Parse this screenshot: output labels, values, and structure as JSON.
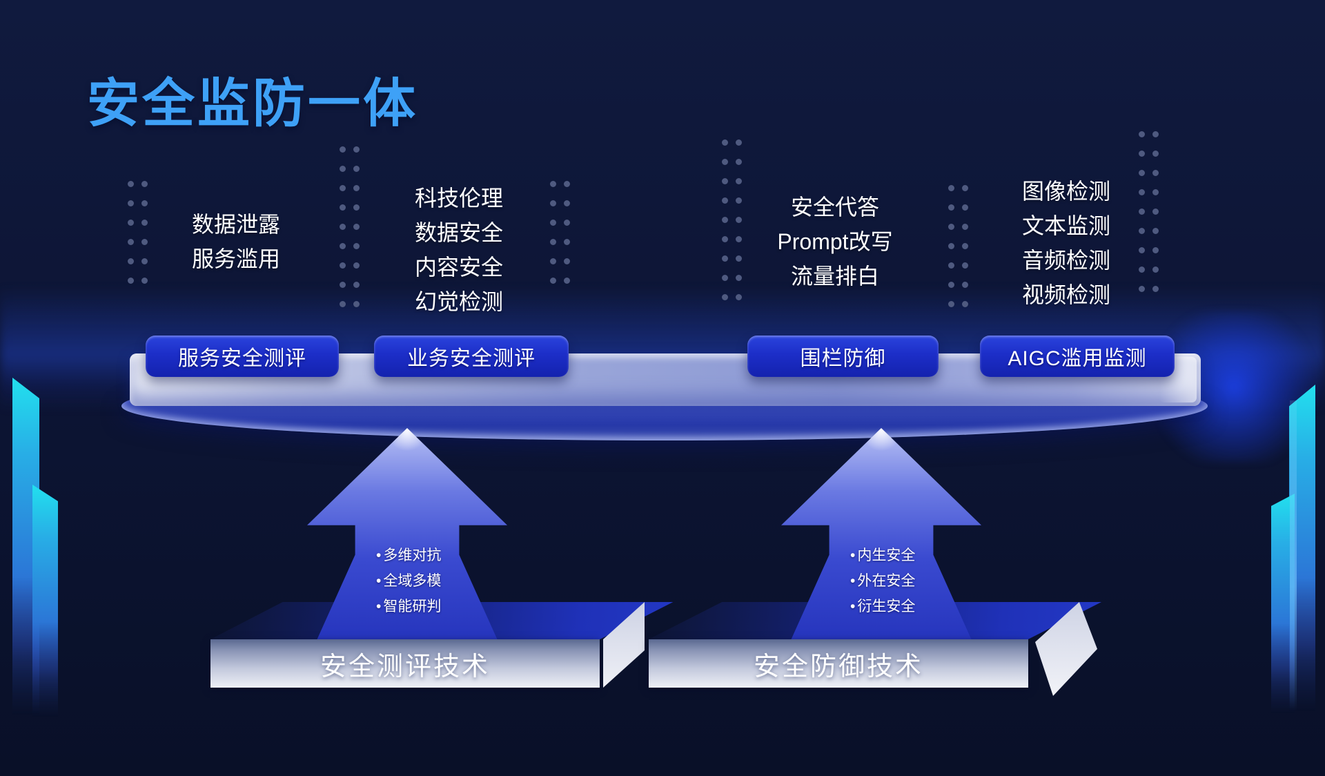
{
  "slide": {
    "title": "安全监防一体"
  },
  "colors": {
    "background": "#0D1535",
    "title_blue": "#3EA1F7",
    "button_blue": "#1C2EC8",
    "arrow_blue": "#2635BD",
    "pillar_cyan": "#22E0EE",
    "tray_lavender": "#9AA6D9",
    "platform_face_light": "#EEF0F6"
  },
  "threat_groups": [
    {
      "id": "service-risks",
      "lines": [
        "数据泄露",
        "服务滥用"
      ]
    },
    {
      "id": "model-risks",
      "lines": [
        "科技伦理",
        "数据安全",
        "内容安全",
        "幻觉检测"
      ]
    },
    {
      "id": "defense-actions",
      "lines": [
        "安全代答",
        "Prompt改写",
        "流量排白"
      ]
    },
    {
      "id": "aigc-detections",
      "lines": [
        "图像检测",
        "文本监测",
        "音频检测",
        "视频检测"
      ]
    }
  ],
  "capability_buttons": [
    {
      "label": "服务安全测评"
    },
    {
      "label": "业务安全测评"
    },
    {
      "label": "围栏防御"
    },
    {
      "label": "AIGC滥用监测"
    }
  ],
  "arrows": [
    {
      "bullets": [
        "多维对抗",
        "全域多模",
        "智能研判"
      ]
    },
    {
      "bullets": [
        "内生安全",
        "外在安全",
        "衍生安全"
      ]
    }
  ],
  "tech_platforms": [
    {
      "label": "安全测评技术"
    },
    {
      "label": "安全防御技术"
    }
  ]
}
